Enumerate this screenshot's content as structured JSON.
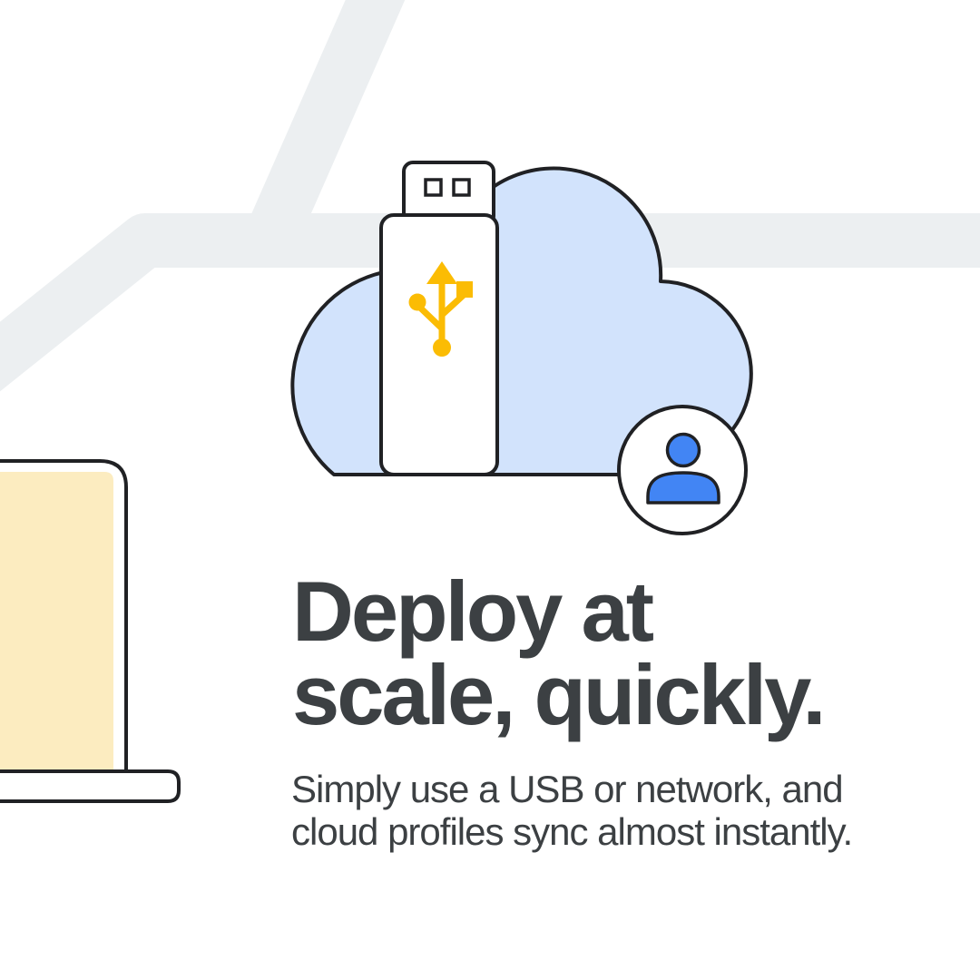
{
  "hero": {
    "heading_line1": "Deploy at",
    "heading_line2": "scale, quickly.",
    "body_line1": "Simply use a USB or network, and",
    "body_line2": "cloud profiles sync almost instantly."
  },
  "colors": {
    "ink_outline": "#202124",
    "text_gray": "#3c4043",
    "cloud_blue": "#d2e3fc",
    "person_blue": "#4285f4",
    "usb_yellow": "#fbbc04",
    "laptop_screen_cream": "#fcecc0",
    "road_gray": "#eceff1",
    "background_white": "#ffffff"
  },
  "icons": {
    "cloud": "cloud-icon",
    "usb_drive": "usb-drive-icon",
    "usb_trident": "usb-trident-icon",
    "user_badge": "user-badge-icon",
    "laptop": "laptop-icon",
    "roads": "map-road-background"
  }
}
